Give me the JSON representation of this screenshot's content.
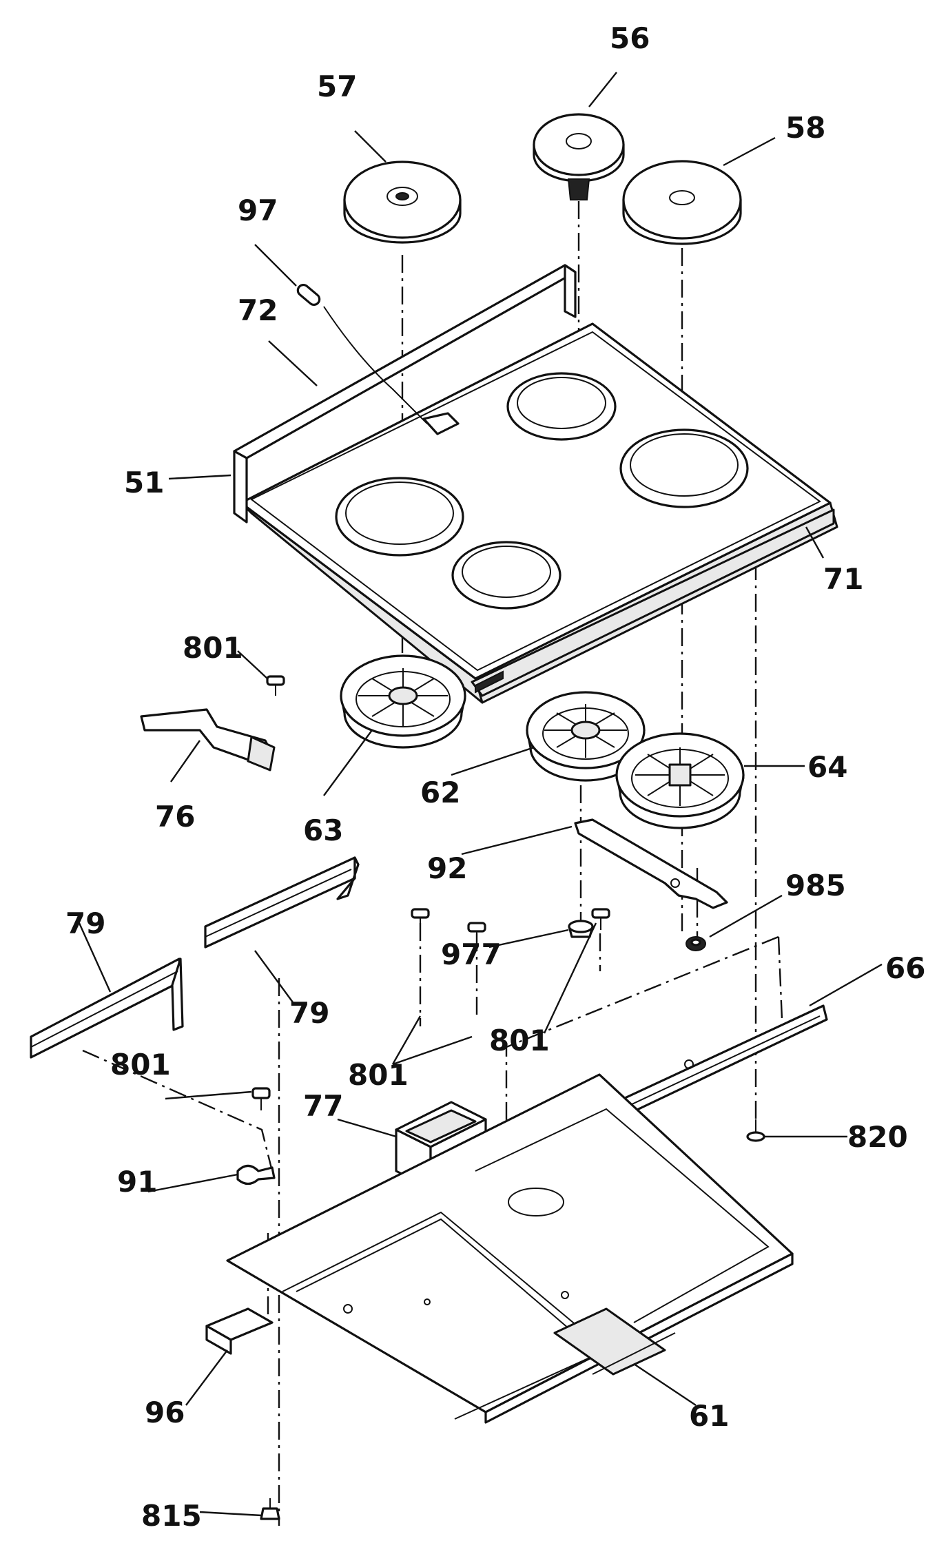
{
  "callouts": {
    "c56": "56",
    "c57": "57",
    "c58": "58",
    "c97": "97",
    "c72": "72",
    "c51": "51",
    "c71": "71",
    "c801a": "801",
    "c76": "76",
    "c63": "63",
    "c62": "62",
    "c64": "64",
    "c92": "92",
    "c985": "985",
    "c977": "977",
    "c79a": "79",
    "c79b": "79",
    "c66": "66",
    "c801b": "801",
    "c801c": "801",
    "c801d": "801",
    "c77": "77",
    "c820": "820",
    "c91": "91",
    "c96": "96",
    "c61": "61",
    "c815": "815"
  }
}
